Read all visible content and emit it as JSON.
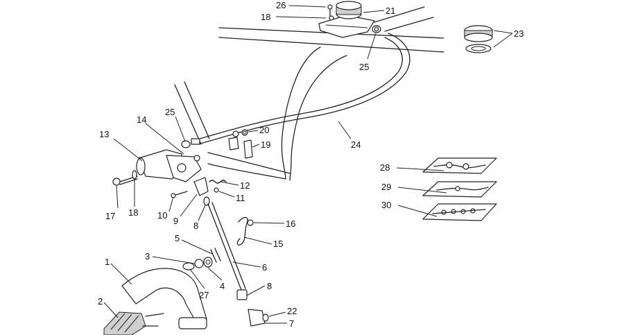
{
  "diagram": {
    "callouts": [
      {
        "id": "c26",
        "label": "26"
      },
      {
        "id": "c21",
        "label": "21"
      },
      {
        "id": "c18top",
        "label": "18"
      },
      {
        "id": "c23",
        "label": "23"
      },
      {
        "id": "c25top",
        "label": "25"
      },
      {
        "id": "c24",
        "label": "24"
      },
      {
        "id": "c13",
        "label": "13"
      },
      {
        "id": "c14",
        "label": "14"
      },
      {
        "id": "c25left",
        "label": "25"
      },
      {
        "id": "c20",
        "label": "20"
      },
      {
        "id": "c19",
        "label": "19"
      },
      {
        "id": "c12",
        "label": "12"
      },
      {
        "id": "c11",
        "label": "11"
      },
      {
        "id": "c17",
        "label": "17"
      },
      {
        "id": "c18left",
        "label": "18"
      },
      {
        "id": "c10",
        "label": "10"
      },
      {
        "id": "c9",
        "label": "9"
      },
      {
        "id": "c8mid",
        "label": "8"
      },
      {
        "id": "c16",
        "label": "16"
      },
      {
        "id": "c15",
        "label": "15"
      },
      {
        "id": "c5",
        "label": "5"
      },
      {
        "id": "c3",
        "label": "3"
      },
      {
        "id": "c1",
        "label": "1"
      },
      {
        "id": "c6",
        "label": "6"
      },
      {
        "id": "c4",
        "label": "4"
      },
      {
        "id": "c27",
        "label": "27"
      },
      {
        "id": "c8low",
        "label": "8"
      },
      {
        "id": "c2",
        "label": "2"
      },
      {
        "id": "c22",
        "label": "22"
      },
      {
        "id": "c7",
        "label": "7"
      },
      {
        "id": "c28",
        "label": "28"
      },
      {
        "id": "c29",
        "label": "29"
      },
      {
        "id": "c30",
        "label": "30"
      }
    ]
  }
}
